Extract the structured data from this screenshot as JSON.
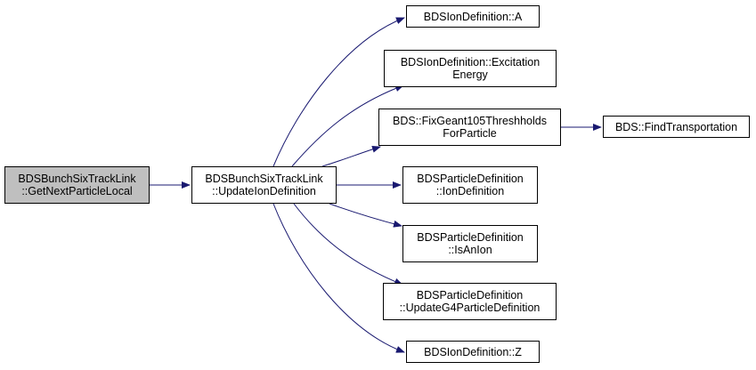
{
  "colors": {
    "edge": "#191970",
    "current_fill": "#bfbfbf",
    "node_border": "#000000"
  },
  "nodes": {
    "next_particle": {
      "line1": "BDSBunchSixTrackLink",
      "line2": "::GetNextParticleLocal"
    },
    "update_ion": {
      "line1": "BDSBunchSixTrackLink",
      "line2": "::UpdateIonDefinition"
    },
    "ion_a": {
      "line1": "BDSIonDefinition::A"
    },
    "ion_exc": {
      "line1": "BDSIonDefinition::Excitation",
      "line2": "Energy"
    },
    "fix_geant": {
      "line1": "BDS::FixGeant105Threshholds",
      "line2": "ForParticle"
    },
    "find_transport": {
      "line1": "BDS::FindTransportation"
    },
    "pd_ion_def": {
      "line1": "BDSParticleDefinition",
      "line2": "::IonDefinition"
    },
    "pd_is_ion": {
      "line1": "BDSParticleDefinition",
      "line2": "::IsAnIon"
    },
    "pd_update_g4": {
      "line1": "BDSParticleDefinition",
      "line2": "::UpdateG4ParticleDefinition"
    },
    "ion_z": {
      "line1": "BDSIonDefinition::Z"
    }
  }
}
